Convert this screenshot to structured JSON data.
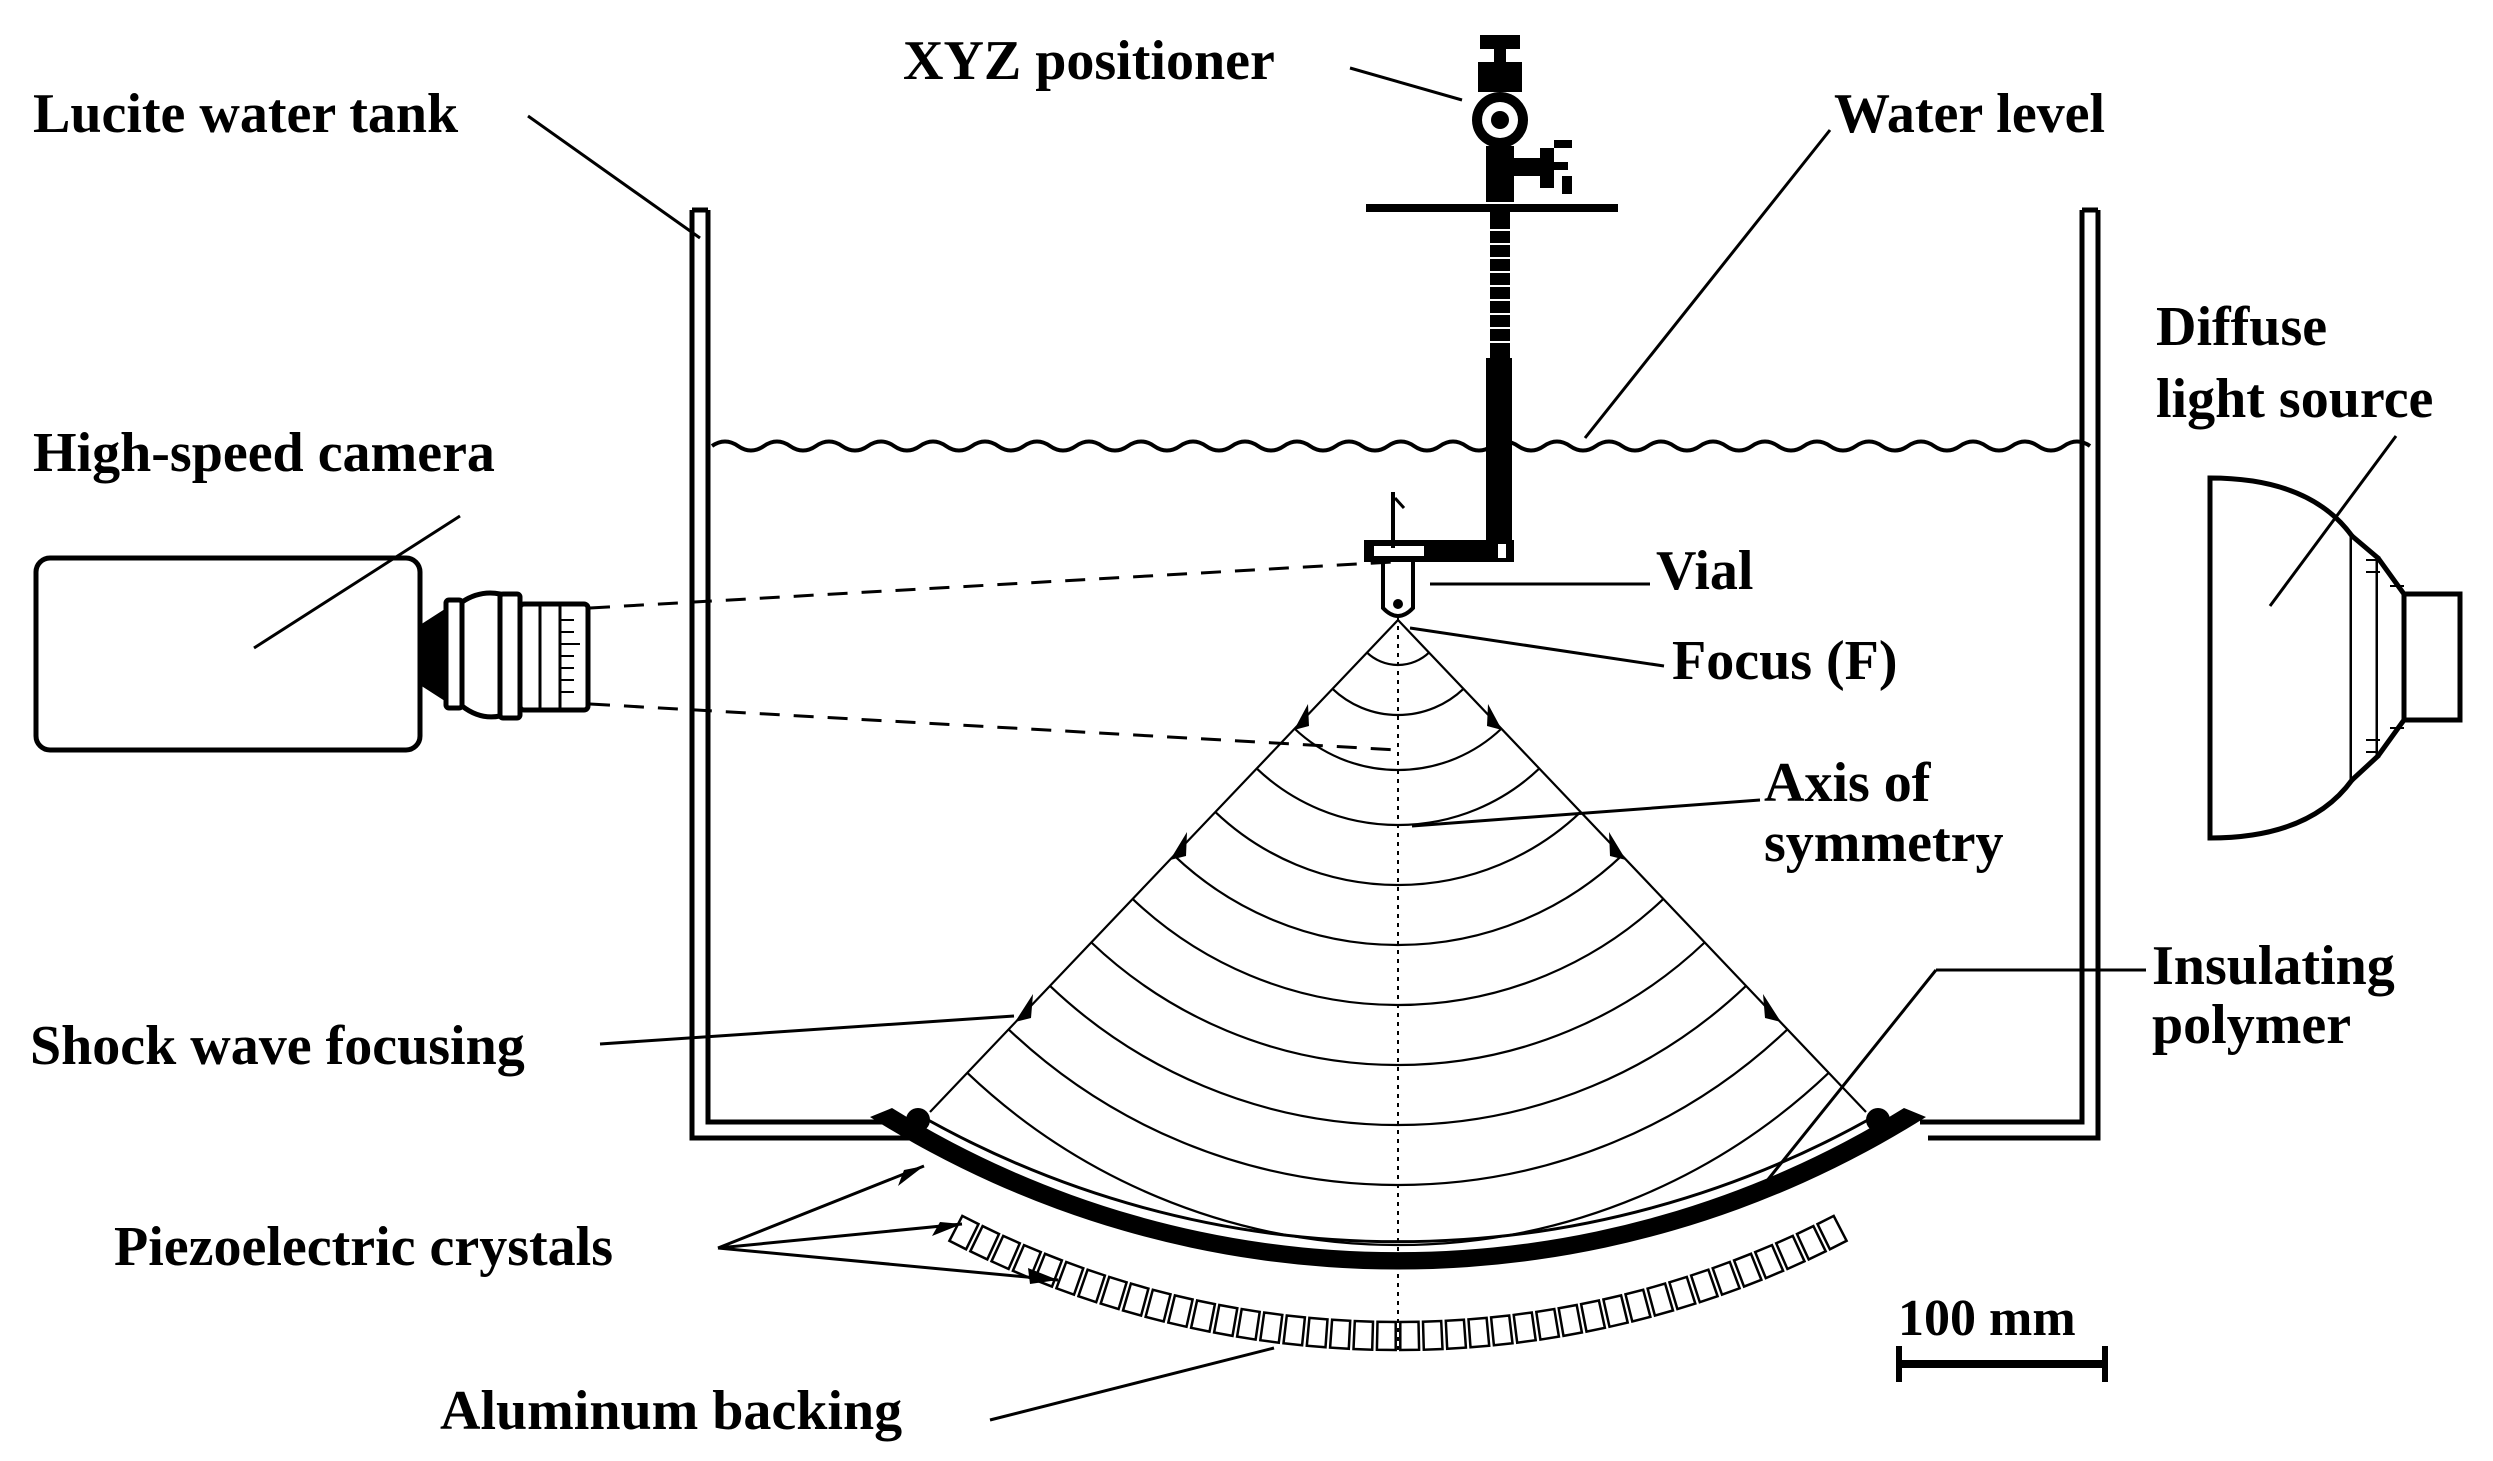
{
  "labels": {
    "xyz_positioner": "XYZ positioner",
    "lucite_tank": "Lucite water tank",
    "water_level": "Water level",
    "high_speed_camera": "High-speed camera",
    "diffuse_light_line1": "Diffuse",
    "diffuse_light_line2": "light source",
    "vial": "Vial",
    "focus": "Focus (F)",
    "axis_line1": "Axis of",
    "axis_line2": "symmetry",
    "shock_wave": "Shock wave focusing",
    "insulating_line1": "Insulating",
    "insulating_line2": "polymer",
    "piezo": "Piezoelectric crystals",
    "aluminum": "Aluminum backing",
    "scale": "100 mm"
  },
  "colors": {
    "ink": "#000000",
    "background": "#ffffff"
  }
}
